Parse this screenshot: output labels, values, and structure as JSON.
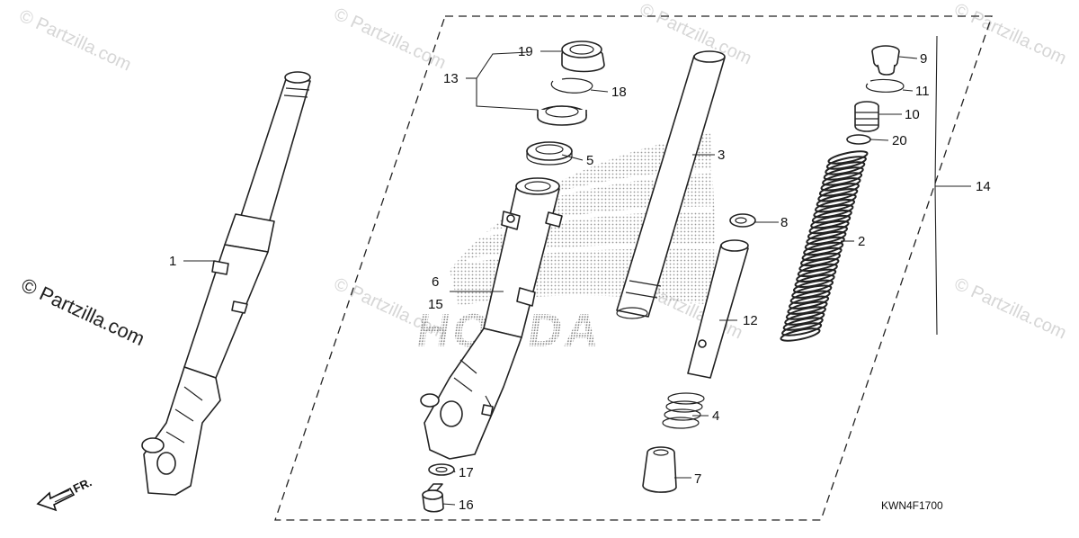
{
  "diagram": {
    "title": "",
    "diagram_code": "KWN4F1700",
    "front_indicator": "FR.",
    "watermark_text": "© Partzilla.com",
    "watermark_small": "© Partzilla.com",
    "brand_mark_text": "HONDA",
    "callouts": [
      "1",
      "2",
      "3",
      "4",
      "5",
      "6",
      "7",
      "8",
      "9",
      "10",
      "11",
      "12",
      "13",
      "14",
      "15",
      "16",
      "17",
      "18",
      "19",
      "20"
    ]
  }
}
